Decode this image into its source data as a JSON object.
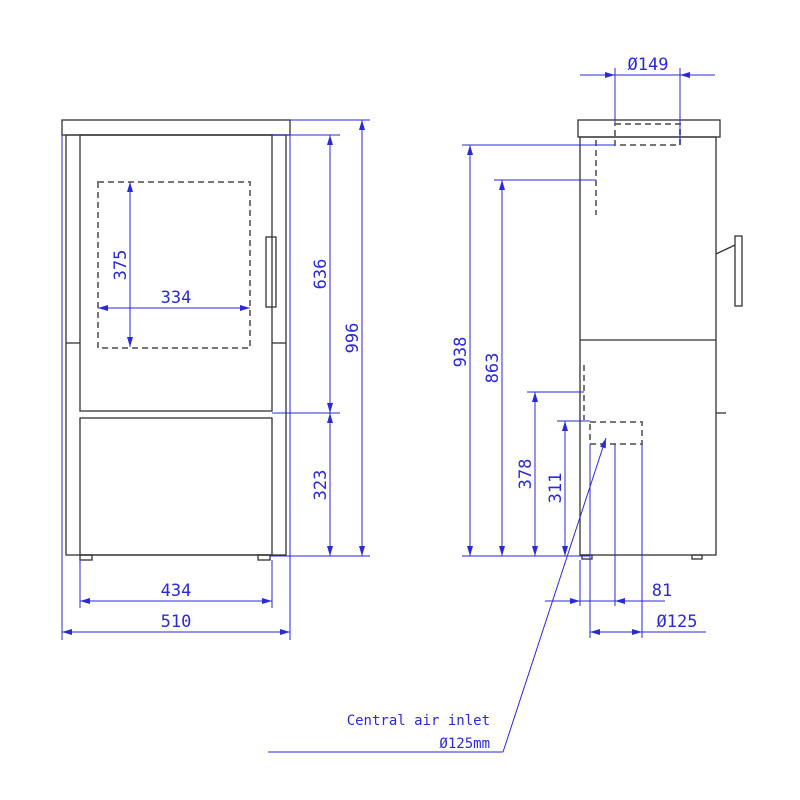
{
  "front_view": {
    "dims": {
      "door_height": "636",
      "lower_height": "323",
      "total_height": "996",
      "window_height": "375",
      "window_width": "334",
      "inner_width": "434",
      "total_width": "510"
    }
  },
  "side_view": {
    "dims": {
      "flue_diameter": "Ø149",
      "flue_height": "938",
      "rear_height": "863",
      "inlet_top": "378",
      "inlet_center": "311",
      "inlet_offset": "81",
      "inlet_diameter": "Ø125"
    }
  },
  "annotation": {
    "line1": "Central air inlet",
    "line2": "Ø125mm"
  },
  "colors": {
    "dimension": "#2a2ad8",
    "outline": "#333333"
  }
}
